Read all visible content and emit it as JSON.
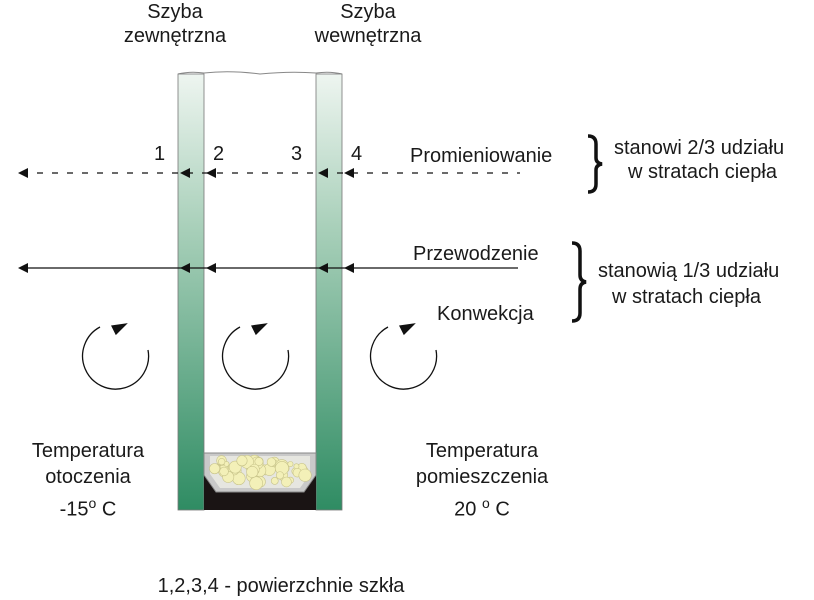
{
  "panes": {
    "outer": [
      "Szyba",
      "zewnętrzna"
    ],
    "inner": [
      "Szyba",
      "wewnętrzna"
    ]
  },
  "surfaces": [
    "1",
    "2",
    "3",
    "4"
  ],
  "radiation": {
    "label": "Promieniowanie",
    "share": [
      "stanowi 2/3 udziału",
      "w stratach ciepła"
    ]
  },
  "conduction": {
    "label": "Przewodzenie"
  },
  "convection": {
    "label": "Konwekcja"
  },
  "cond_conv_share": [
    "stanowią 1/3 udziału",
    "w stratach ciepła"
  ],
  "outside": {
    "lines": [
      "Temperatura",
      "otoczenia"
    ],
    "value": "-15",
    "deg": "o",
    "unit": "C"
  },
  "inside": {
    "lines": [
      "Temperatura",
      "pomieszczenia"
    ],
    "value": "20",
    "deg": "o",
    "unit": "C"
  },
  "footer": "1,2,3,4 - powierzchnie szkła",
  "colors": {
    "glass_top": "#e8f2ec",
    "glass_bottom": "#2e8a62",
    "sealant": "#1a1414",
    "desiccant": "#f3f0b8"
  }
}
